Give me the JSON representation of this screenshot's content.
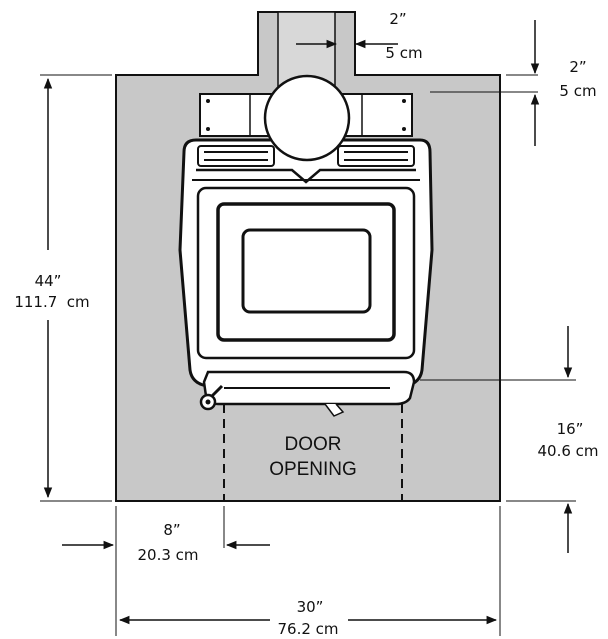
{
  "colors": {
    "hearth": "#c8c8c8",
    "stove_body": "#ffffff",
    "line": "#111111"
  },
  "icons": {
    "arrow": "arrow-icon",
    "stove": "stove-icon",
    "flue": "flue-pipe-icon"
  },
  "dimensions": {
    "flue_clearance": {
      "imperial": "2”",
      "metric": "5 cm"
    },
    "rear_clearance": {
      "imperial": "2”",
      "metric": "5 cm"
    },
    "hearth_depth": {
      "imperial": "44”",
      "metric": "111.7  cm"
    },
    "front_extension": {
      "imperial": "16”",
      "metric": "40.6 cm"
    },
    "side_extension": {
      "imperial": "8”",
      "metric": "20.3 cm"
    },
    "hearth_width": {
      "imperial": "30”",
      "metric": "76.2 cm"
    }
  },
  "door_opening": {
    "line1": "DOOR",
    "line2": "OPENING"
  }
}
